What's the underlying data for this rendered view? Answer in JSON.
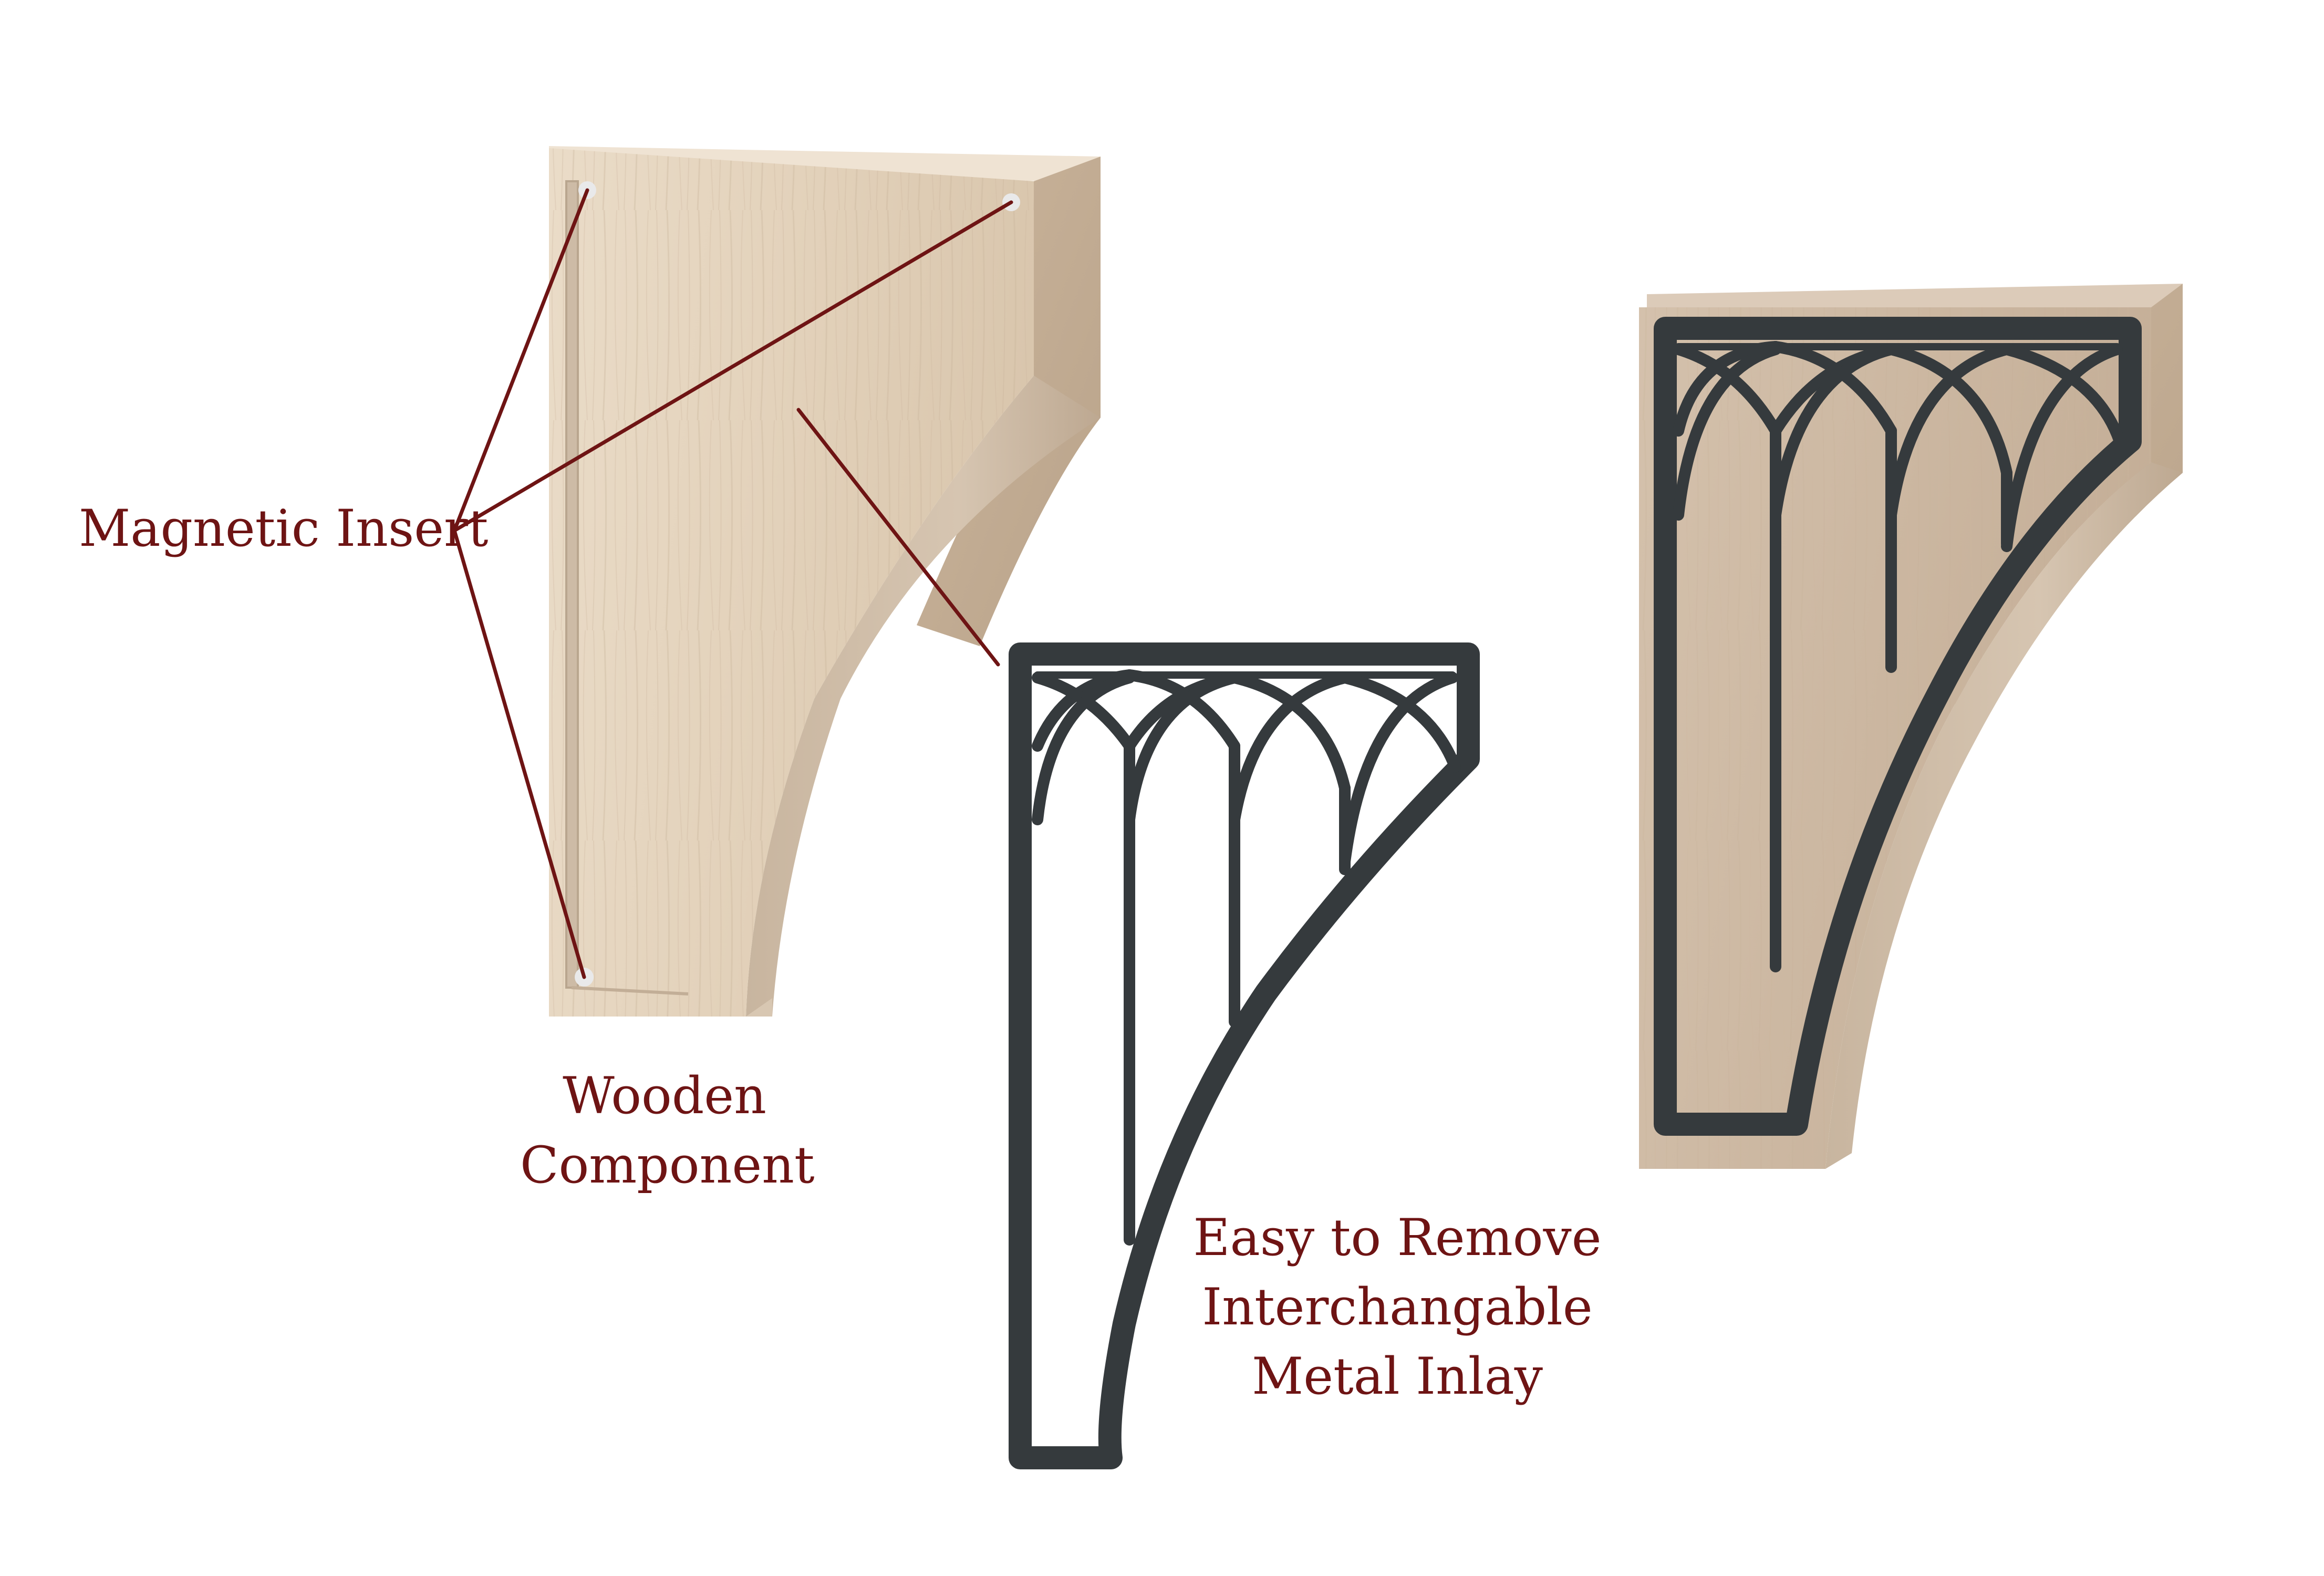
{
  "colors": {
    "annotation": "#6e1414",
    "metal": "#353a3d",
    "wood_light": "#e6d6c0",
    "wood_dark": "#cdb9a3",
    "background": "#ffffff"
  },
  "labels": {
    "magnetic_insert": "Magnetic Insert",
    "wooden_component": [
      "Wooden",
      "Component"
    ],
    "metal_inlay": [
      "Easy to Remove",
      "Interchangable",
      "Metal Inlay"
    ]
  },
  "figures": [
    {
      "name": "wooden-component",
      "shows": "plain wooden corbel with magnetic insert dots"
    },
    {
      "name": "metal-inlay",
      "shows": "removable gothic-arch metal inlay"
    },
    {
      "name": "assembled-corbel",
      "shows": "wooden corbel with metal inlay installed"
    }
  ]
}
